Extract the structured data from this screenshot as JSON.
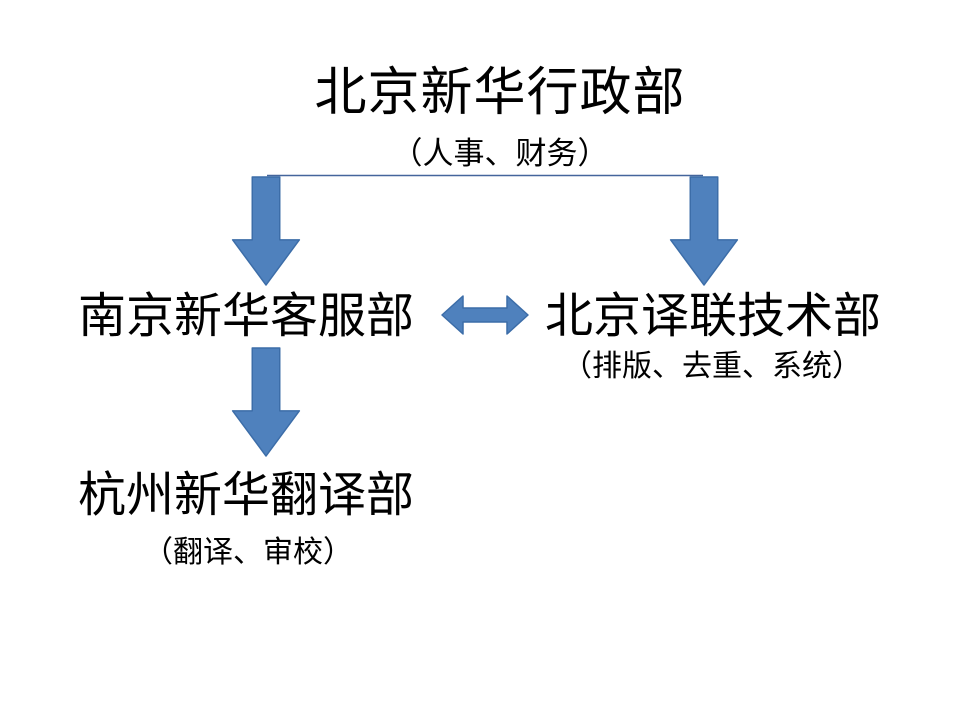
{
  "colors": {
    "arrow_fill": "#4f81bd",
    "arrow_stroke": "#3c6da8",
    "connector": "#44659c"
  },
  "nodes": {
    "root": {
      "title": "北京新华行政部",
      "subtitle": "（人事、财务）"
    },
    "left": {
      "title": "南京新华客服部"
    },
    "right": {
      "title": "北京译联技术部",
      "subtitle": "（排版、去重、系统）"
    },
    "bottom": {
      "title": "杭州新华翻译部",
      "subtitle": "（翻译、审校）"
    }
  }
}
